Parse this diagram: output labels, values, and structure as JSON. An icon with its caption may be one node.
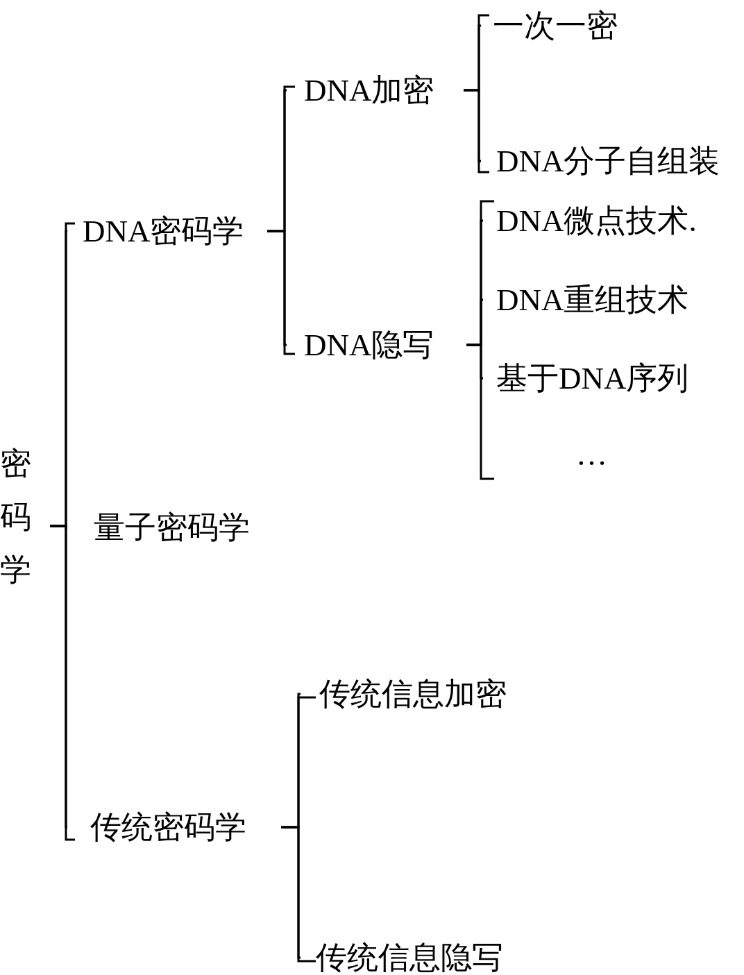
{
  "diagram": {
    "nodes": [
      {
        "text": [
          "密码学"
        ]
      },
      {
        "text": [
          "DNA密码学"
        ]
      },
      {
        "text": [
          "量子密码学"
        ]
      },
      {
        "text": [
          "传统密码学"
        ]
      },
      {
        "text": [
          "DNA加密"
        ]
      },
      {
        "text": [
          "DNA隐写"
        ]
      },
      {
        "text": [
          "一次一密"
        ]
      },
      {
        "text": [
          "DNA分子自组装"
        ]
      },
      {
        "text": [
          "DNA微点技术."
        ]
      },
      {
        "text": [
          "DNA重组技术"
        ]
      },
      {
        "text": [
          "基于DNA序列"
        ]
      },
      {
        "text": [
          "传统信息加密"
        ]
      },
      {
        "text": [
          "传统信息隐写"
        ]
      }
    ],
    "edges": [
      {
        "from": 0,
        "to": 1,
        "arrow": "none"
      },
      {
        "from": 0,
        "to": 2,
        "arrow": "none"
      },
      {
        "from": 0,
        "to": 3,
        "arrow": "none"
      },
      {
        "from": 1,
        "to": 4,
        "arrow": "none"
      },
      {
        "from": 1,
        "to": 5,
        "arrow": "none"
      },
      {
        "from": 4,
        "to": 6,
        "arrow": "none"
      },
      {
        "from": 4,
        "to": 7,
        "arrow": "none"
      },
      {
        "from": 5,
        "to": 8,
        "arrow": "none"
      },
      {
        "from": 5,
        "to": 9,
        "arrow": "none"
      },
      {
        "from": 5,
        "to": 10,
        "arrow": "none"
      },
      {
        "from": 3,
        "to": 11,
        "arrow": "none"
      },
      {
        "from": 3,
        "to": 12,
        "arrow": "none"
      }
    ],
    "labels": [
      "…"
    ]
  }
}
